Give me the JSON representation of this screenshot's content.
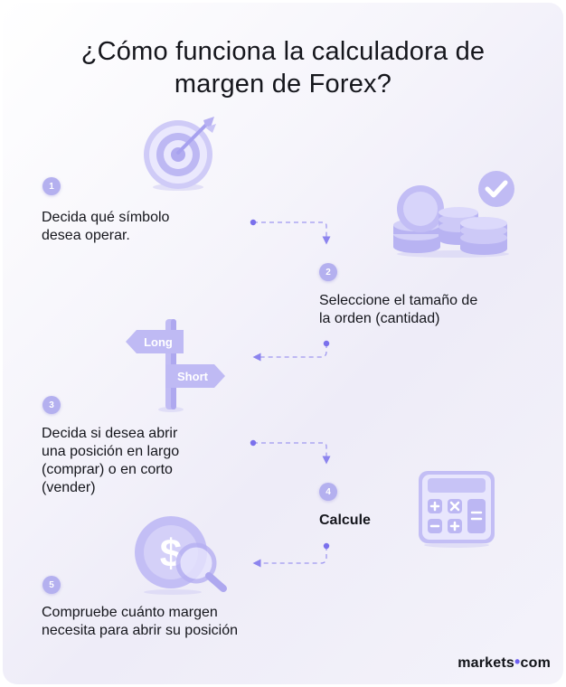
{
  "title": {
    "line1": "¿Cómo funciona la calculadora de",
    "line2": "margen de Forex?"
  },
  "steps": [
    {
      "number": "1",
      "lines": [
        "Decida qué símbolo",
        "desea operar."
      ]
    },
    {
      "number": "2",
      "lines": [
        "Seleccione el tamaño de",
        "la orden (cantidad)"
      ]
    },
    {
      "number": "3",
      "lines": [
        "Decida si desea abrir",
        "una posición en largo",
        "(comprar) o en corto",
        "(vender)"
      ]
    },
    {
      "number": "4",
      "lines": [
        "Calcule"
      ]
    },
    {
      "number": "5",
      "lines": [
        "Compruebe cuánto margen",
        "necesita para abrir su posición"
      ]
    }
  ],
  "signpost": {
    "long_label": "Long",
    "short_label": "Short"
  },
  "logo": {
    "left": "markets",
    "dot": "•",
    "right": "com"
  },
  "colors": {
    "accent": "#6d5ff0",
    "badge": "#b4b0ef",
    "icon_fill": "#c5c2f5",
    "connector": "#8c84ee"
  },
  "icons": [
    "target-icon",
    "coins-check-icon",
    "signpost-icon",
    "calculator-icon",
    "dollar-coin-magnifier-icon"
  ]
}
